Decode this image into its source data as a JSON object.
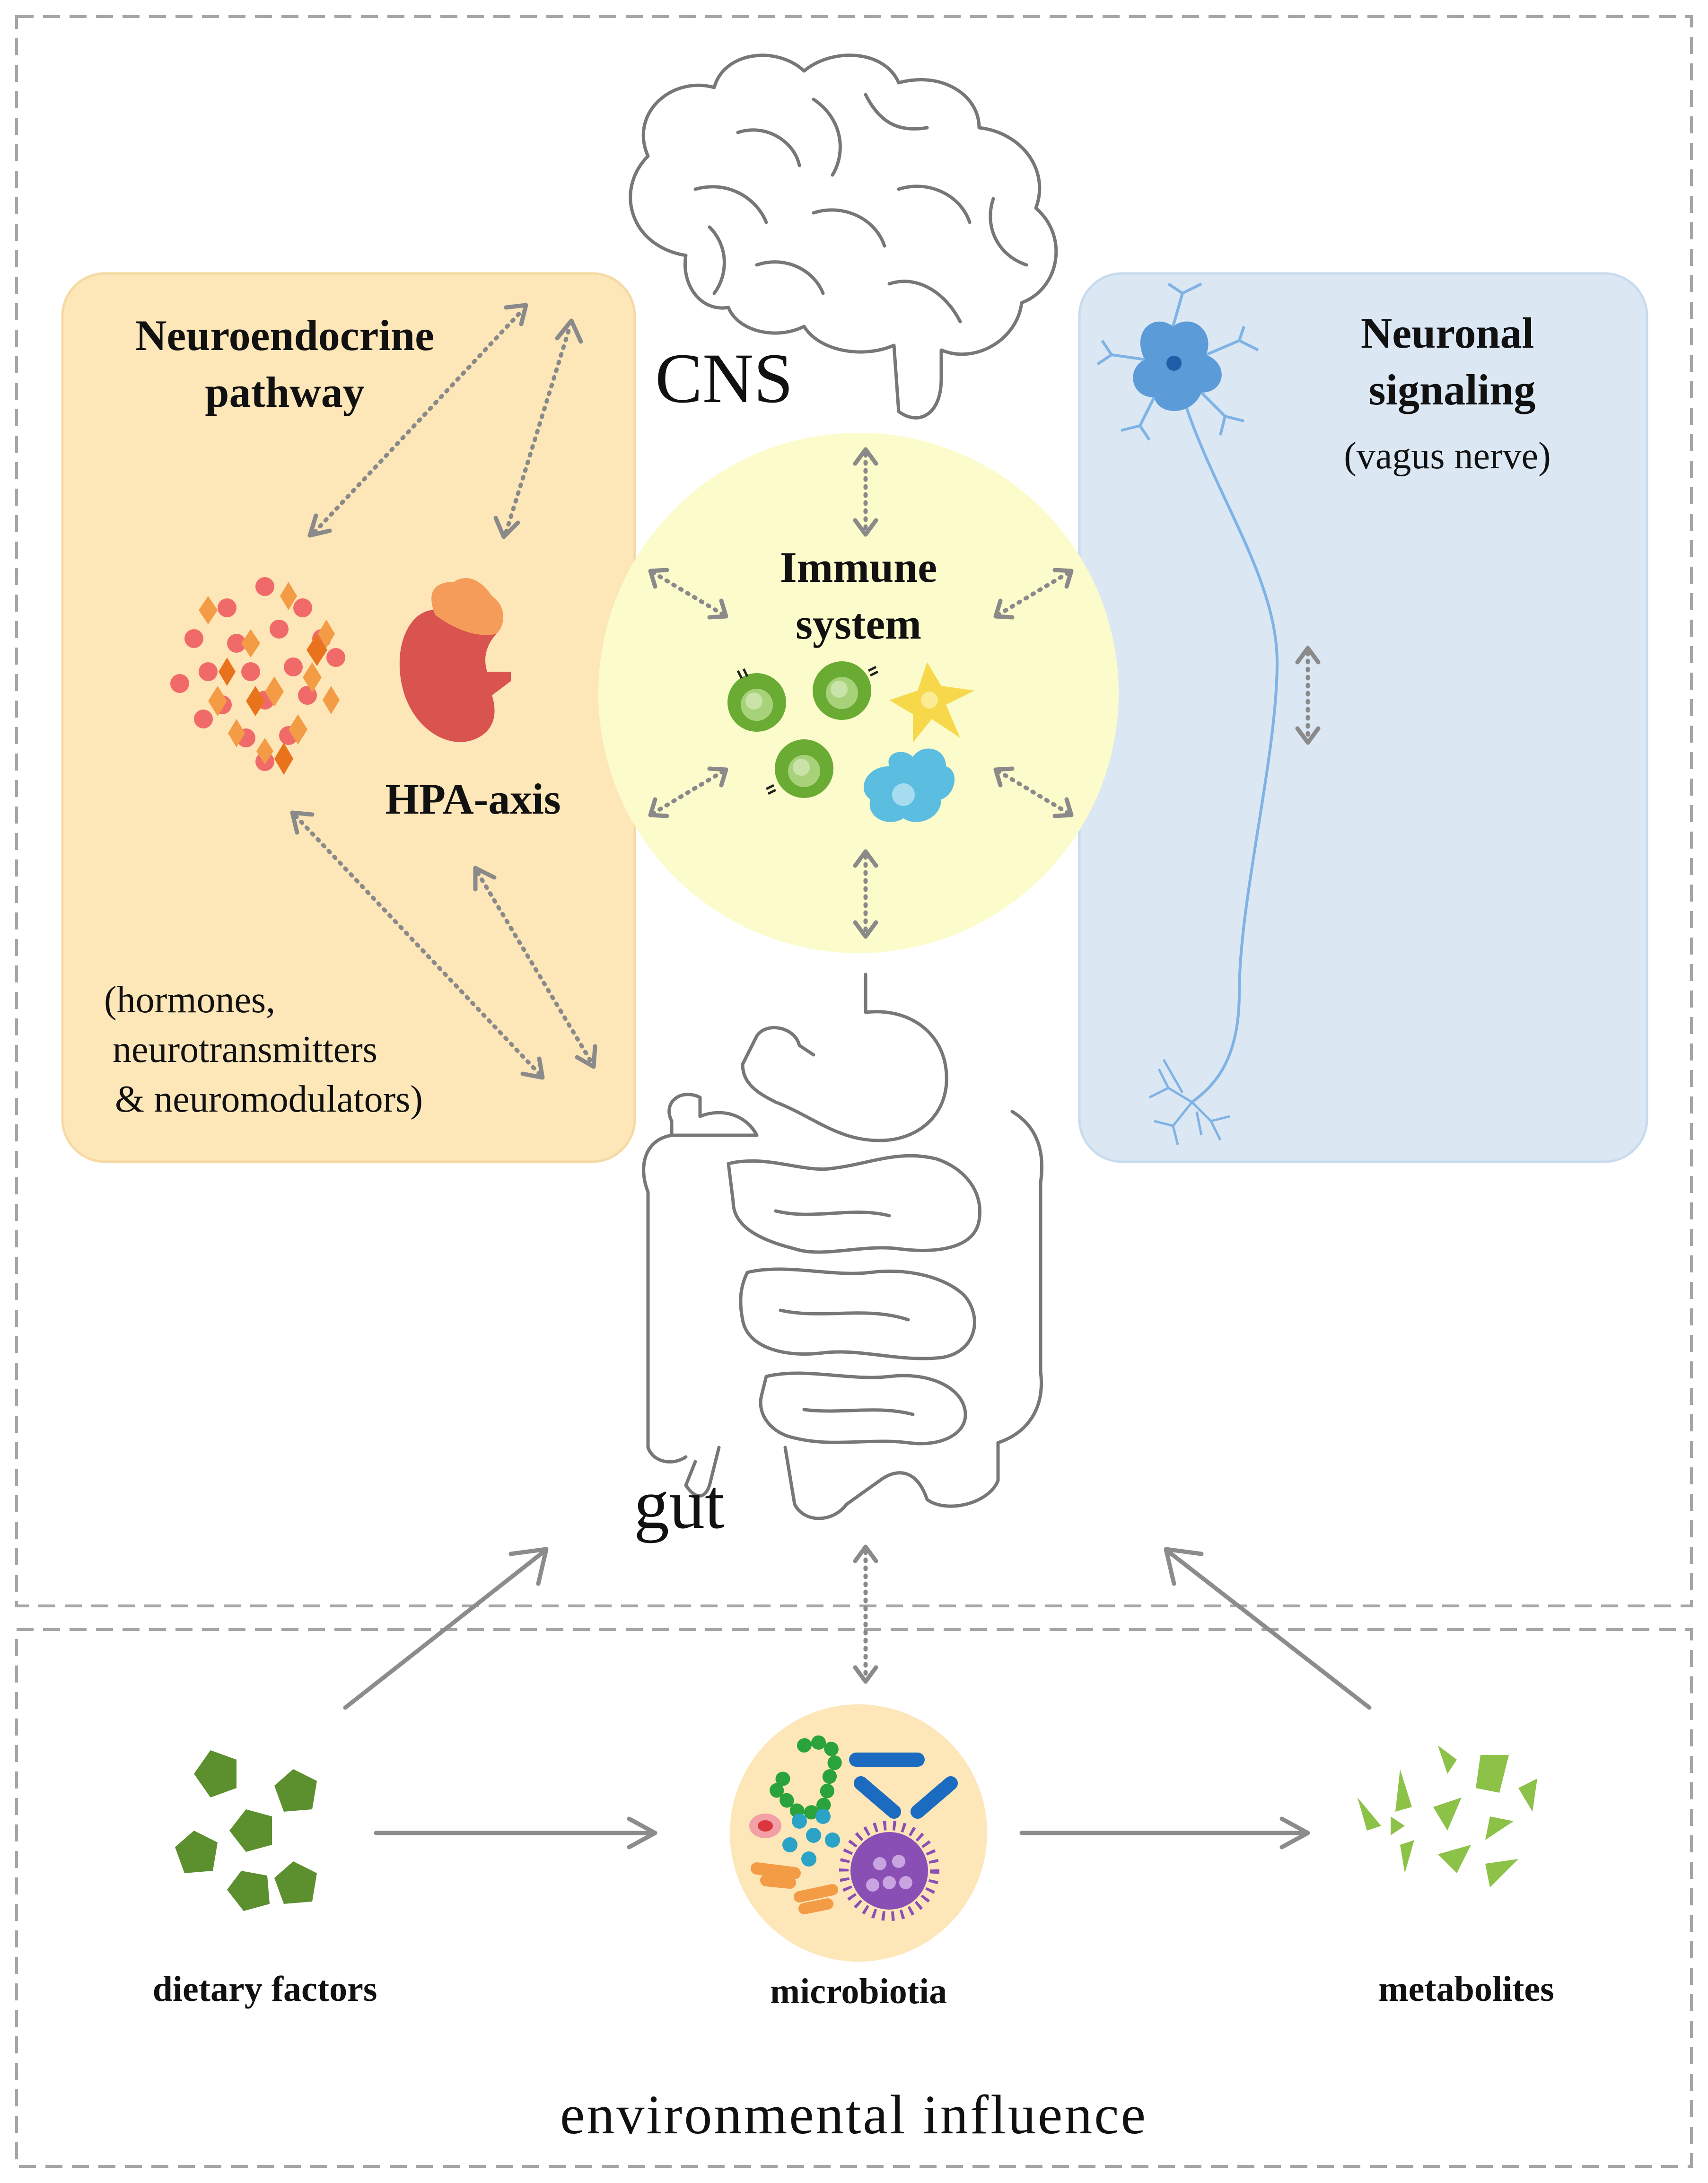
{
  "labels": {
    "cns": "CNS",
    "gut": "gut",
    "neuroendocrine_line1": "Neuroendocrine",
    "neuroendocrine_line2": "pathway",
    "hpa_axis": "HPA-axis",
    "neuroendocrine_note_line1": "(hormones,",
    "neuroendocrine_note_line2": "neurotransmitters",
    "neuroendocrine_note_line3": "& neuromodulators)",
    "immune_line1": "Immune",
    "immune_line2": "system",
    "neuronal_line1": "Neuronal",
    "neuronal_line2": "signaling",
    "neuronal_note": "(vagus nerve)",
    "dietary_factors": "dietary factors",
    "microbiotia": "microbiotia",
    "metabolites": "metabolites",
    "environmental_influence": "environmental influence"
  },
  "colors": {
    "neuroendocrine_panel": "#fde6b8",
    "neuronal_panel": "#dbe7f3",
    "immune_circle": "#fcfbcc",
    "microbiota_circle": "#fde6b8",
    "dietary_green": "#5c8f2e",
    "metabolite_green": "#8dc249",
    "neuron_blue": "#5a9bd8",
    "kidney_red": "#d9534f",
    "adrenal_orange": "#f59c5a"
  }
}
